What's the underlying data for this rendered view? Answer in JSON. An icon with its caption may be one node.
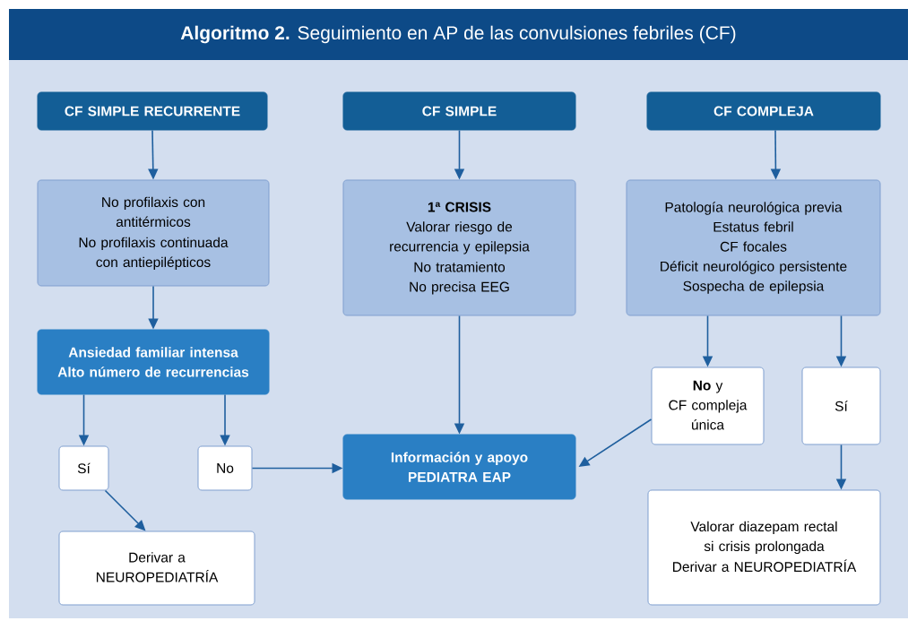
{
  "diagram": {
    "title": "**Algoritmo 2.** Seguimiento en AP de las convulsiones febriles (CF)",
    "nodes": [
      {
        "text": [
          "CF SIMPLE RECURRENTE"
        ]
      },
      {
        "text": [
          "CF SIMPLE"
        ]
      },
      {
        "text": [
          "CF COMPLEJA"
        ]
      },
      {
        "text": [
          "No profilaxis con antitérmicos",
          "No profilaxis continuada con antiepilépticos"
        ]
      },
      {
        "text": [
          "1ª CRISIS",
          "Valorar riesgo de recurrencia y epilepsia",
          "No tratamiento",
          "No precisa EEG"
        ]
      },
      {
        "text": [
          "Patología neurológica previa",
          "Estatus febril",
          "CF focales",
          "Déficit neurológico persistente",
          "Sospecha de epilepsia"
        ]
      },
      {
        "text": [
          "Ansiedad familiar intensa",
          "Alto número de recurrencias"
        ]
      },
      {
        "text": [
          "**No** y",
          "CF compleja única"
        ]
      },
      {
        "text": [
          "Sí"
        ]
      },
      {
        "text": [
          "Sí"
        ]
      },
      {
        "text": [
          "No"
        ]
      },
      {
        "text": [
          "Información y apoyo",
          "PEDIATRA EAP"
        ]
      },
      {
        "text": [
          "Derivar a NEUROPEDIATRÍA"
        ]
      },
      {
        "text": [
          "Valorar diazepam rectal si crisis prolongada",
          "Derivar a NEUROPEDIATRÍA"
        ]
      }
    ],
    "edges": [
      {
        "from": 0,
        "to": 3,
        "arrow": "to"
      },
      {
        "from": 1,
        "to": 4,
        "arrow": "to"
      },
      {
        "from": 2,
        "to": 5,
        "arrow": "to"
      },
      {
        "from": 3,
        "to": 6,
        "arrow": "to"
      },
      {
        "from": 6,
        "to": 9,
        "arrow": "to"
      },
      {
        "from": 6,
        "to": 10,
        "arrow": "to"
      },
      {
        "from": 9,
        "to": 12,
        "arrow": "to"
      },
      {
        "from": 10,
        "to": 11,
        "arrow": "to"
      },
      {
        "from": 4,
        "to": 11,
        "arrow": "to"
      },
      {
        "from": 7,
        "to": 11,
        "arrow": "to"
      },
      {
        "from": 5,
        "to": 7,
        "arrow": "to"
      },
      {
        "from": 5,
        "to": 8,
        "arrow": "to"
      },
      {
        "from": 8,
        "to": 13,
        "arrow": "to"
      }
    ]
  }
}
